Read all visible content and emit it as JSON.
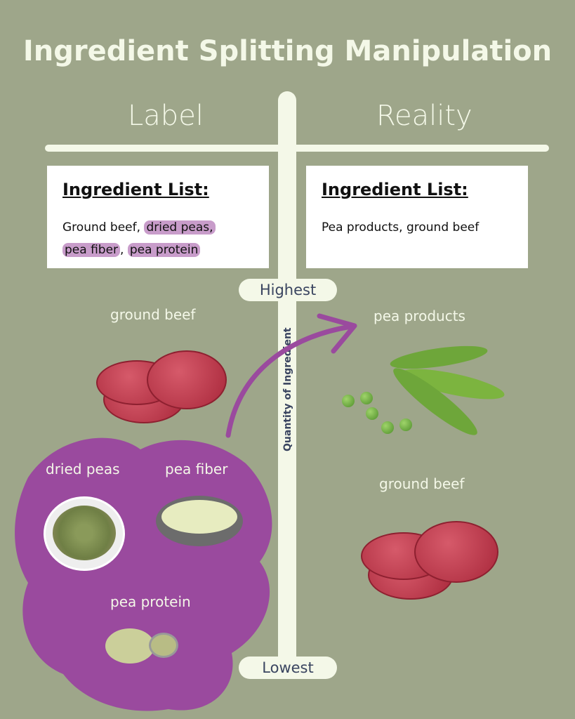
{
  "title": "Ingredient Splitting Manipulation",
  "columns": {
    "left": "Label",
    "right": "Reality"
  },
  "label_box": {
    "heading": "Ingredient List:",
    "items": [
      "Ground beef, ",
      "dried peas,",
      "pea fiber",
      ", ",
      "pea protein"
    ]
  },
  "reality_box": {
    "heading": "Ingredient List:",
    "text": "Pea products, ground beef"
  },
  "axis": {
    "highest": "Highest",
    "lowest": "Lowest",
    "label": "Quantity of Ingredient"
  },
  "left_items": {
    "beef": "ground beef",
    "dried_peas": "dried peas",
    "pea_fiber": "pea fiber",
    "pea_protein": "pea protein"
  },
  "right_items": {
    "pea_products": "pea products",
    "beef": "ground beef"
  },
  "colors": {
    "background": "#9ea68a",
    "accent": "#9a4a9e",
    "cream": "#f4f8e8"
  }
}
